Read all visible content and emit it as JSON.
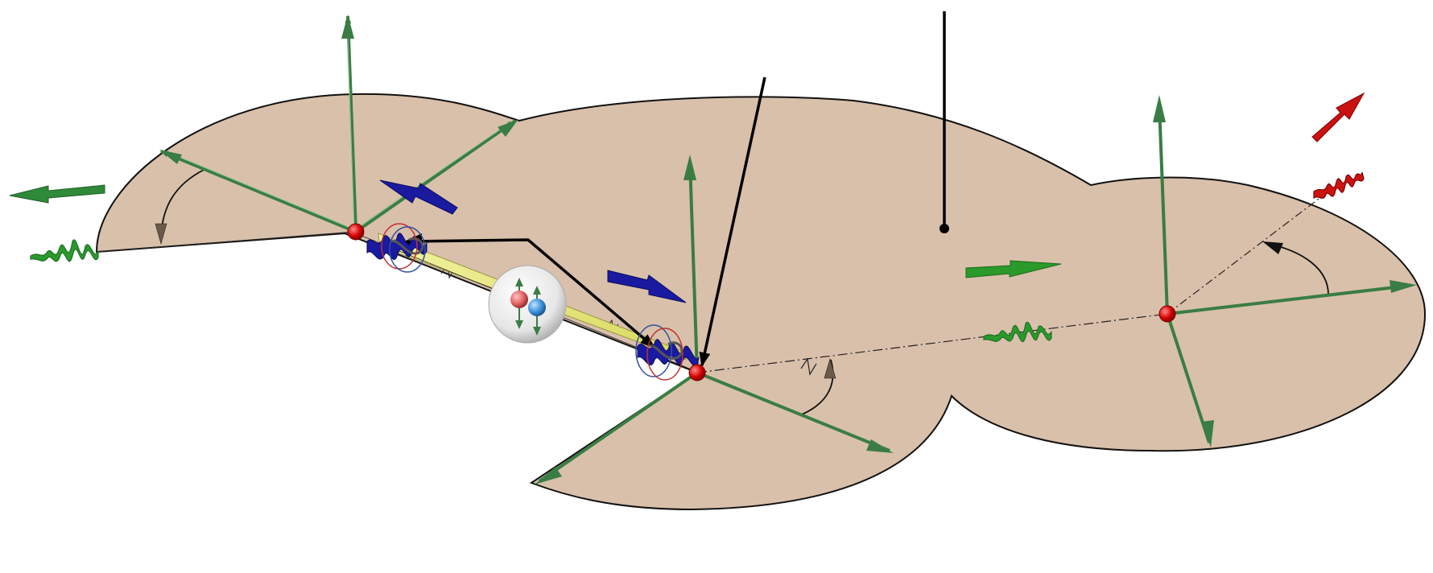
{
  "diagram": {
    "colors": {
      "plane_fill": "#d9c0aa",
      "plane_stroke": "#111111",
      "axis_green": "#3a7d44",
      "axis_green_light": "#8fc48f",
      "node_red": "#d40000",
      "photon_blue": "#1a1aa0",
      "photon_green": "#2a9a2a",
      "photon_red": "#cc1111",
      "beam_yellow": "#e8e86a",
      "pointer_black": "#000000",
      "angle_arrow_brown": "#6b5a4a"
    },
    "nodes": [
      "left-node",
      "center-node",
      "right-node"
    ],
    "icons": {
      "entangled_pair": "sphere-with-red-and-blue-spin-particles",
      "wave_packet": "helical-wave-packet-icon",
      "angle_marker": "curved-angle-arrow-icon"
    }
  }
}
